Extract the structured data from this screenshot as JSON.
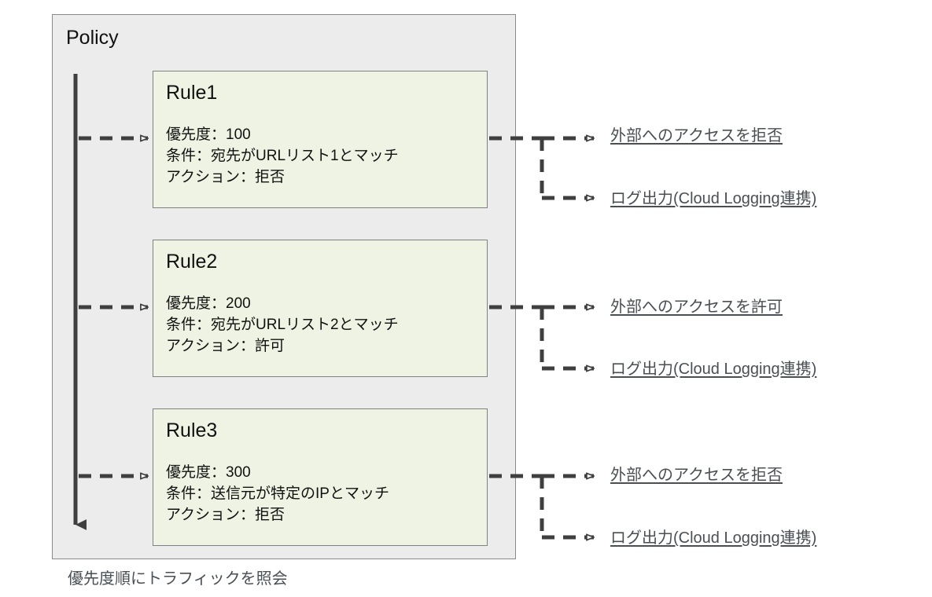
{
  "diagram": {
    "title": "Policy",
    "caption": "優先度順にトラフィックを照会",
    "colors": {
      "policy_fill": "#ececec",
      "policy_border": "#8a8a8a",
      "rule_fill": "#eef3e3",
      "rule_border": "#808080",
      "connector": "#3f3f3f",
      "label_text": "#4a4f54",
      "page_background": "#ffffff"
    },
    "rules": [
      {
        "name": "Rule1",
        "priority_line": "優先度：100",
        "condition_line": "条件：宛先がURLリスト1とマッチ",
        "action_line": "アクション：拒否",
        "outputs": [
          "外部へのアクセスを拒否",
          "ログ出力(Cloud Logging連携)"
        ]
      },
      {
        "name": "Rule2",
        "priority_line": "優先度：200",
        "condition_line": "条件：宛先がURLリスト2とマッチ",
        "action_line": "アクション：許可",
        "outputs": [
          "外部へのアクセスを許可",
          "ログ出力(Cloud Logging連携)"
        ]
      },
      {
        "name": "Rule3",
        "priority_line": "優先度：300",
        "condition_line": "条件：送信元が特定のIPとマッチ",
        "action_line": "アクション：拒否",
        "outputs": [
          "外部へのアクセスを拒否",
          "ログ出力(Cloud Logging連携)"
        ]
      }
    ],
    "icons": {
      "flow_arrow": "arrow-right-icon",
      "evaluation_arrow": "arrow-down-icon"
    }
  }
}
